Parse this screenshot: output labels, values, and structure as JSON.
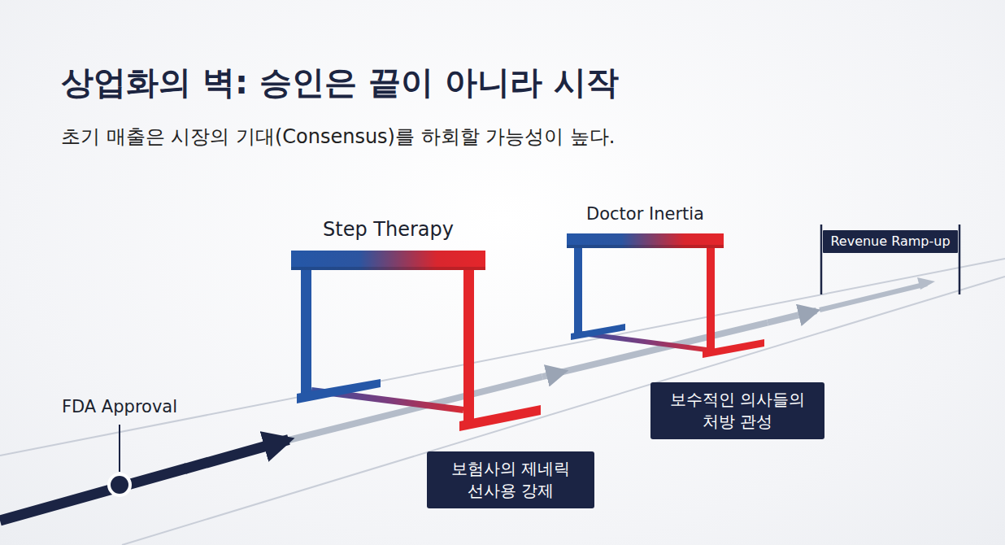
{
  "diagram": {
    "title": "상업화의 벽: 승인은 끝이 아니라 시작",
    "caption": "초기 매출은 시장의 기대(Consensus)를 하회할 가능성이 높다.",
    "nodes": [
      {
        "text": [
          "FDA Approval"
        ]
      },
      {
        "text": [
          "Step Therapy"
        ]
      },
      {
        "text": [
          "보험사의 제네릭 선사용 강제"
        ]
      },
      {
        "text": [
          "Doctor Inertia"
        ]
      },
      {
        "text": [
          "보수적인 의사들의 처방 관성"
        ]
      },
      {
        "text": [
          "Revenue Ramp-up"
        ]
      }
    ],
    "edges": [
      {
        "from": 0,
        "to": 1,
        "arrow": "to"
      },
      {
        "from": 1,
        "to": 3,
        "arrow": "to"
      },
      {
        "from": 3,
        "to": 5,
        "arrow": "to"
      }
    ]
  }
}
